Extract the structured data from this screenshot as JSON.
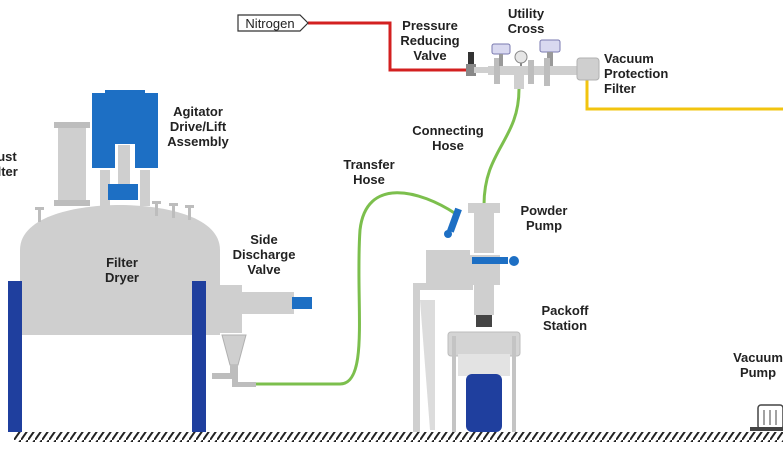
{
  "labels": {
    "nitrogen": "Nitrogen",
    "pressure_reducing_valve": [
      "Pressure",
      "Reducing",
      "Valve"
    ],
    "utility_cross": [
      "Utility",
      "Cross"
    ],
    "vacuum_protection_filter": [
      "Vacuum",
      "Protection",
      "Filter"
    ],
    "agitator": [
      "Agitator",
      "Drive/Lift",
      "Assembly"
    ],
    "dust_filter": [
      "Just",
      "ilter"
    ],
    "filter_dryer": [
      "Filter",
      "Dryer"
    ],
    "side_discharge_valve": [
      "Side",
      "Discharge",
      "Valve"
    ],
    "transfer_hose": [
      "Transfer",
      "Hose"
    ],
    "connecting_hose": [
      "Connecting",
      "Hose"
    ],
    "powder_pump": [
      "Powder",
      "Pump"
    ],
    "packoff_station": [
      "Packoff",
      "Station"
    ],
    "vacuum_pump": [
      "Vacuum",
      "Pump"
    ]
  },
  "colors": {
    "equipment_gray": "#cfcfcf",
    "equipment_blue": "#1d6fc4",
    "dark_blue": "#1f3f9e",
    "nitrogen_line": "#d32020",
    "vacuum_line": "#f2c40f",
    "hose_green": "#7cbf4d",
    "ground": "#222222"
  }
}
